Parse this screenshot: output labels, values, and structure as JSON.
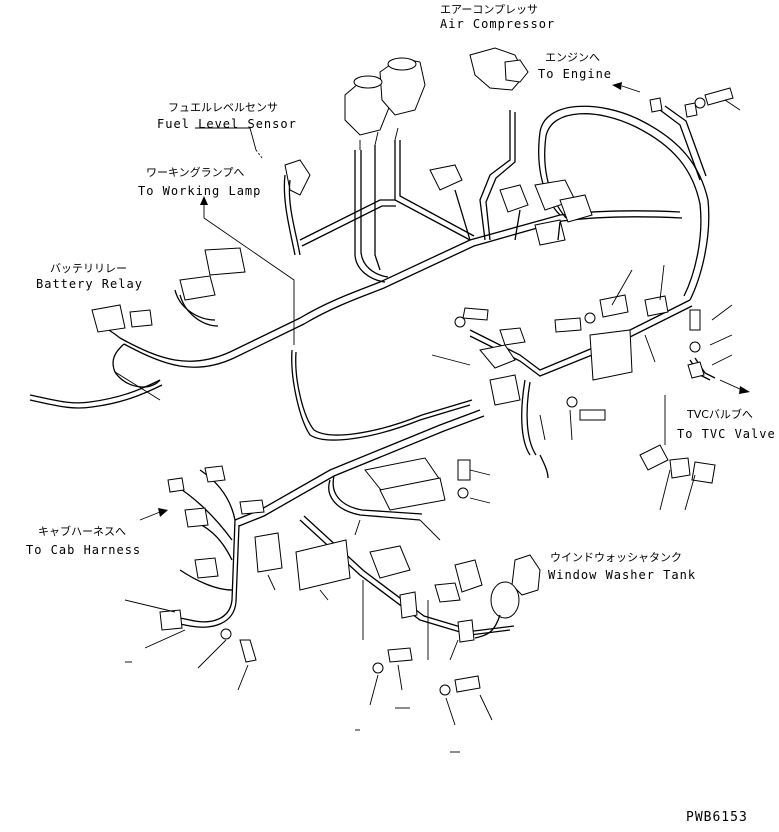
{
  "labels": {
    "air_compressor_jp": "エアーコンプレッサ",
    "air_compressor_en": "Air Compressor",
    "engine_jp": "エンジンへ",
    "engine_en": "To Engine",
    "fuel_sensor_jp": "フュエルレベルセンサ",
    "fuel_sensor_en": "Fuel Level Sensor",
    "working_lamp_jp": "ワーキングランプへ",
    "working_lamp_en": "To Working Lamp",
    "battery_relay_jp": "バッテリリレー",
    "battery_relay_en": "Battery Relay",
    "tvc_valve_jp": "TVCバルブへ",
    "tvc_valve_en": "To TVC Valve",
    "cab_harness_jp": "キャブハーネスへ",
    "cab_harness_en": "To Cab Harness",
    "washer_tank_jp": "ウインドウォッシャタンク",
    "washer_tank_en": "Window Washer Tank"
  },
  "drawing_code": "PWB6153"
}
